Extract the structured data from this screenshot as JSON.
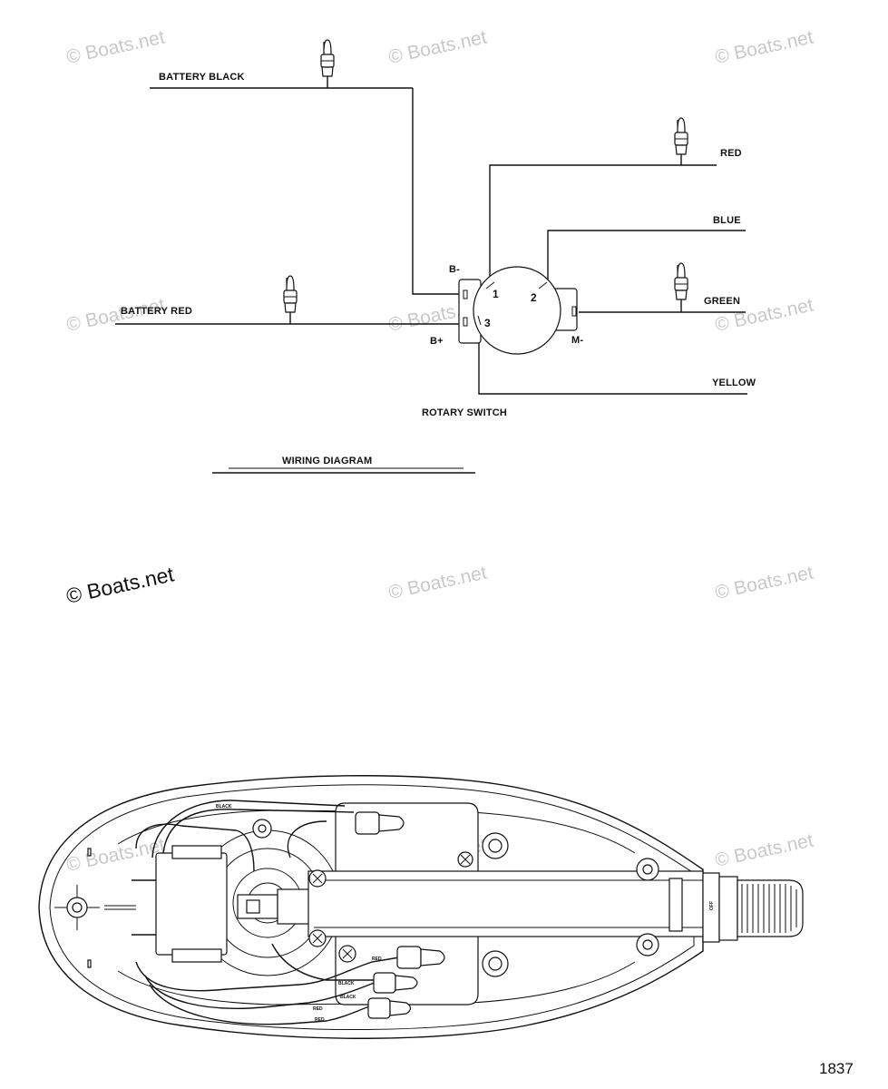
{
  "wiring": {
    "battery_black": "BATTERY BLACK",
    "battery_red": "BATTERY RED",
    "red": "RED",
    "blue": "BLUE",
    "green": "GREEN",
    "yellow": "YELLOW",
    "b_minus": "B-",
    "b_plus": "B+",
    "m_minus": "M-",
    "terminal_1": "1",
    "terminal_2": "2",
    "terminal_3": "3",
    "rotary_switch": "ROTARY SWITCH",
    "wiring_diagram": "WIRING DIAGRAM"
  },
  "assembly": {
    "wire_black_1": "BLACK",
    "wire_black_2": "BLACK",
    "wire_black_3": "BLACK",
    "wire_red_1": "RED",
    "wire_red_2": "RED",
    "wire_red_3": "RED",
    "off_label": "OFF"
  },
  "watermark": "© Boats.net",
  "figure_number": "1837"
}
